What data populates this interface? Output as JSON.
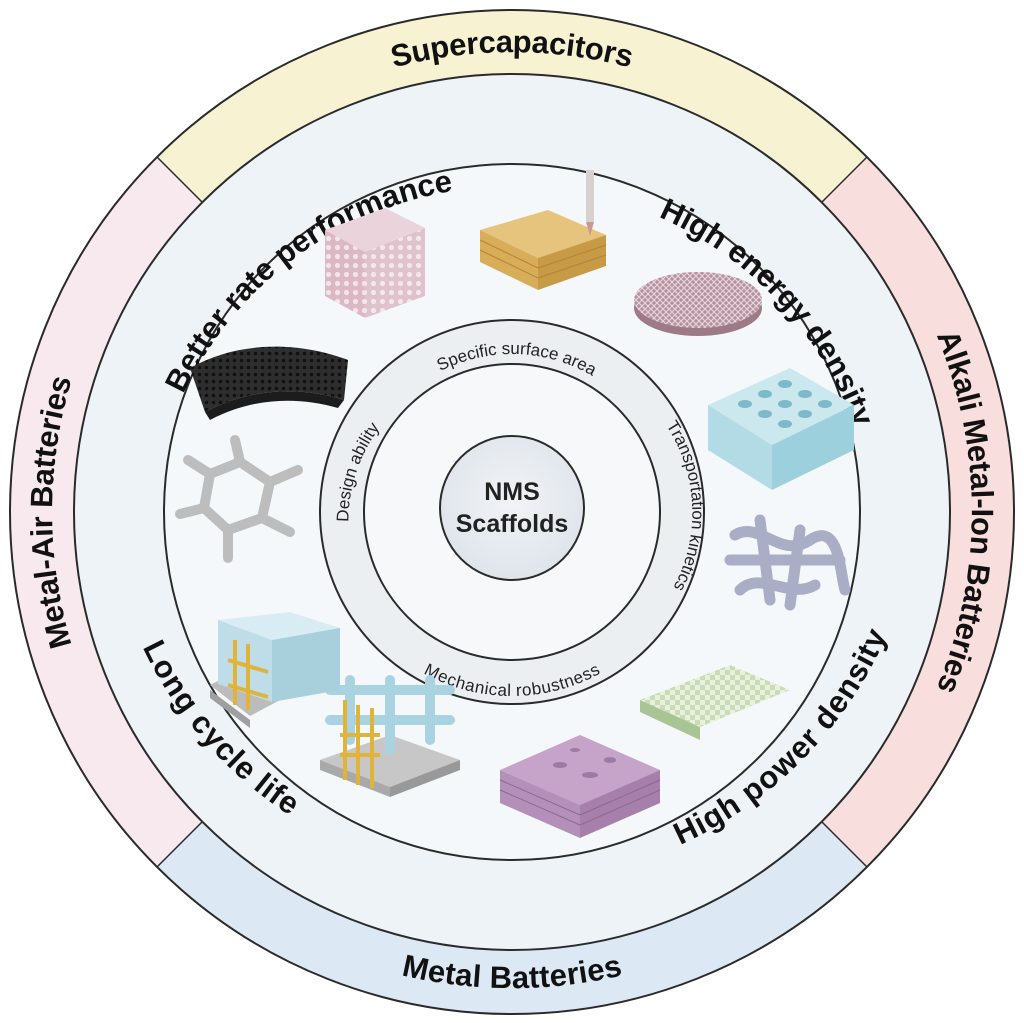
{
  "center": {
    "line1": "NMS",
    "line2": "Scaffolds"
  },
  "outer_ring": [
    {
      "label": "Supercapacitors",
      "color": "#f6f2d2"
    },
    {
      "label": "Alkali Metal-Ion Batteries",
      "color": "#f9dede"
    },
    {
      "label": "Metal Batteries",
      "color": "#dce8f4"
    },
    {
      "label": "Metal-Air Batteries",
      "color": "#f8e9ee"
    }
  ],
  "middle_ring": [
    {
      "label": "Better rate performance"
    },
    {
      "label": "High energy density"
    },
    {
      "label": "High power density"
    },
    {
      "label": "Long cycle life"
    }
  ],
  "inner_ring": [
    {
      "label": "Specific surface area"
    },
    {
      "label": "Transportation kinetics"
    },
    {
      "label": "Mechanical robustness"
    },
    {
      "label": "Design ability"
    }
  ],
  "scaffold_icons": [
    "porous-cube-icon",
    "printed-lattice-icon",
    "mesh-disc-icon",
    "perforated-block-icon",
    "foam-network-icon",
    "woven-mesh-icon",
    "layered-sheet-icon",
    "grid-composite-icon",
    "block-composite-icon",
    "hexagonal-lattice-icon",
    "carbon-foam-icon"
  ]
}
